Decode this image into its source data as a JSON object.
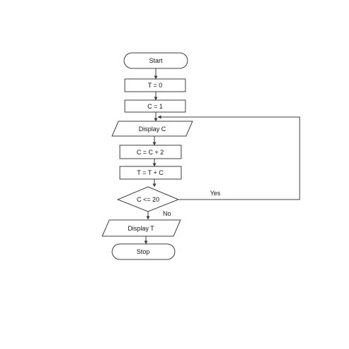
{
  "flowchart": {
    "nodes": [
      {
        "id": "start",
        "shape": "terminator",
        "label": "Start"
      },
      {
        "id": "init-t",
        "shape": "process",
        "label": "T = 0"
      },
      {
        "id": "init-c",
        "shape": "process",
        "label": "C = 1"
      },
      {
        "id": "display-c",
        "shape": "io",
        "label": "Display C"
      },
      {
        "id": "inc-c",
        "shape": "process",
        "label": "C = C + 2"
      },
      {
        "id": "acc-t",
        "shape": "process",
        "label": "T = T + C"
      },
      {
        "id": "check",
        "shape": "decision",
        "label": "C <= 20"
      },
      {
        "id": "display-t",
        "shape": "io",
        "label": "Display T"
      },
      {
        "id": "stop",
        "shape": "terminator",
        "label": "Stop"
      }
    ],
    "edges": [
      {
        "from": "start",
        "to": "init-t"
      },
      {
        "from": "init-t",
        "to": "init-c"
      },
      {
        "from": "init-c",
        "to": "display-c"
      },
      {
        "from": "display-c",
        "to": "inc-c"
      },
      {
        "from": "inc-c",
        "to": "acc-t"
      },
      {
        "from": "acc-t",
        "to": "check"
      },
      {
        "from": "check",
        "to": "display-c",
        "label": "Yes"
      },
      {
        "from": "check",
        "to": "display-t",
        "label": "No"
      },
      {
        "from": "display-t",
        "to": "stop"
      }
    ],
    "stroke_color": "#3c3c3c"
  }
}
